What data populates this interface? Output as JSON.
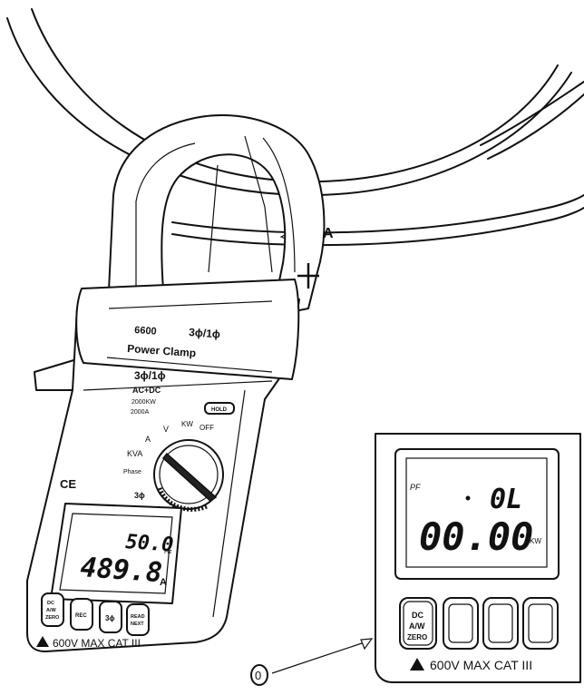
{
  "meter": {
    "brand_model": "6600",
    "phase_mark": "3ϕ/1ϕ",
    "band_line2": "Power  Clamp",
    "face_line1": "3ϕ/1ϕ",
    "face_line2": "AC+DC",
    "face_line3": "2000KW",
    "face_line4": "2000A",
    "hold_label": "HOLD",
    "dial_labels": {
      "v": "V",
      "kw": "KW",
      "off": "OFF",
      "a": "A",
      "kva": "KVA",
      "phase": "Phase",
      "three_phase": "3ϕ"
    },
    "ce_mark": "CE",
    "display": {
      "top_value": "50.0",
      "top_unit": "Hz",
      "main_value": "489.8",
      "main_unit": "A"
    },
    "buttons": [
      {
        "label": "DC A/W ZERO"
      },
      {
        "label": "REC"
      },
      {
        "label": "3ϕ"
      },
      {
        "label": "READ NEXT"
      }
    ],
    "warning": "600V MAX CAT III"
  },
  "cable": {
    "current_label": "A",
    "polarity_mark": "+"
  },
  "inset": {
    "pf_label": "PF",
    "top_value": "0L",
    "main_value": "00.00",
    "main_unit": "KW",
    "button_label": "DC A/W ZERO",
    "warning": "600V MAX CAT III",
    "callout": "0"
  }
}
